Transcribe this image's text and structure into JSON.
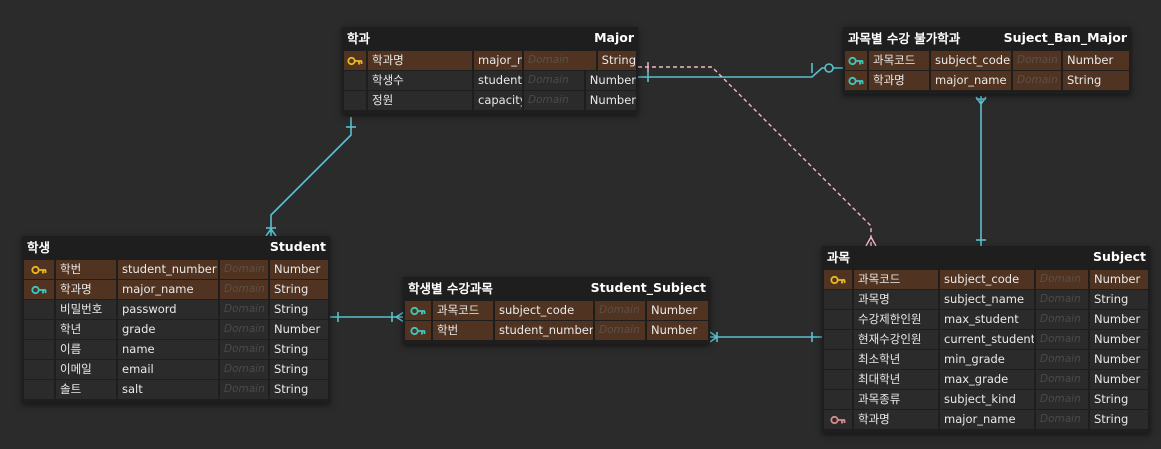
{
  "colors": {
    "background": "#2b2b2b",
    "table_bg": "#1e1e1e",
    "key_row": "#503320",
    "primary_key_icon": "#e8b825",
    "foreign_key_icon": "#3ec8c0",
    "ref_key_icon": "#d88a8e",
    "relationship_line": "#5bc0cf",
    "dashed_relationship": "#f2b8c6"
  },
  "tables": {
    "major": {
      "title": "학과",
      "name": "Major",
      "rows": [
        {
          "key": "primary",
          "logical": "학과명",
          "physical": "major_name",
          "domain": "Domain",
          "type": "String"
        },
        {
          "key": "",
          "logical": "학생수",
          "physical": "student_number",
          "domain": "Domain",
          "type": "Number"
        },
        {
          "key": "",
          "logical": "정원",
          "physical": "capacity",
          "domain": "Domain",
          "type": "Number"
        }
      ]
    },
    "ban": {
      "title": "과목별 수강 불가학과",
      "name": "Suject_Ban_Major",
      "rows": [
        {
          "key": "foreign",
          "logical": "과목코드",
          "physical": "subject_code",
          "domain": "Domain",
          "type": "Number"
        },
        {
          "key": "foreign",
          "logical": "학과명",
          "physical": "major_name",
          "domain": "Domain",
          "type": "String"
        }
      ]
    },
    "student": {
      "title": "학생",
      "name": "Student",
      "rows": [
        {
          "key": "primary",
          "logical": "학번",
          "physical": "student_number",
          "domain": "Domain",
          "type": "Number"
        },
        {
          "key": "foreign",
          "logical": "학과명",
          "physical": "major_name",
          "domain": "Domain",
          "type": "String"
        },
        {
          "key": "",
          "logical": "비밀번호",
          "physical": "password",
          "domain": "Domain",
          "type": "String"
        },
        {
          "key": "",
          "logical": "학년",
          "physical": "grade",
          "domain": "Domain",
          "type": "Number"
        },
        {
          "key": "",
          "logical": "이름",
          "physical": "name",
          "domain": "Domain",
          "type": "String"
        },
        {
          "key": "",
          "logical": "이메일",
          "physical": "email",
          "domain": "Domain",
          "type": "String"
        },
        {
          "key": "",
          "logical": "솔트",
          "physical": "salt",
          "domain": "Domain",
          "type": "String"
        }
      ]
    },
    "studsub": {
      "title": "학생별 수강과목",
      "name": "Student_Subject",
      "rows": [
        {
          "key": "foreign",
          "logical": "과목코드",
          "physical": "subject_code",
          "domain": "Domain",
          "type": "Number"
        },
        {
          "key": "foreign",
          "logical": "학번",
          "physical": "student_number",
          "domain": "Domain",
          "type": "Number"
        }
      ]
    },
    "subject": {
      "title": "과목",
      "name": "Subject",
      "rows": [
        {
          "key": "primary",
          "logical": "과목코드",
          "physical": "subject_code",
          "domain": "Domain",
          "type": "Number"
        },
        {
          "key": "",
          "logical": "과목명",
          "physical": "subject_name",
          "domain": "Domain",
          "type": "String"
        },
        {
          "key": "",
          "logical": "수강제한인원",
          "physical": "max_student",
          "domain": "Domain",
          "type": "Number"
        },
        {
          "key": "",
          "logical": "현재수강인원",
          "physical": "current_student",
          "domain": "Domain",
          "type": "Number"
        },
        {
          "key": "",
          "logical": "최소학년",
          "physical": "min_grade",
          "domain": "Domain",
          "type": "Number"
        },
        {
          "key": "",
          "logical": "최대학년",
          "physical": "max_grade",
          "domain": "Domain",
          "type": "Number"
        },
        {
          "key": "",
          "logical": "과목종류",
          "physical": "subject_kind",
          "domain": "Domain",
          "type": "String"
        },
        {
          "key": "reference",
          "logical": "학과명",
          "physical": "major_name",
          "domain": "Domain",
          "type": "String"
        }
      ]
    }
  }
}
